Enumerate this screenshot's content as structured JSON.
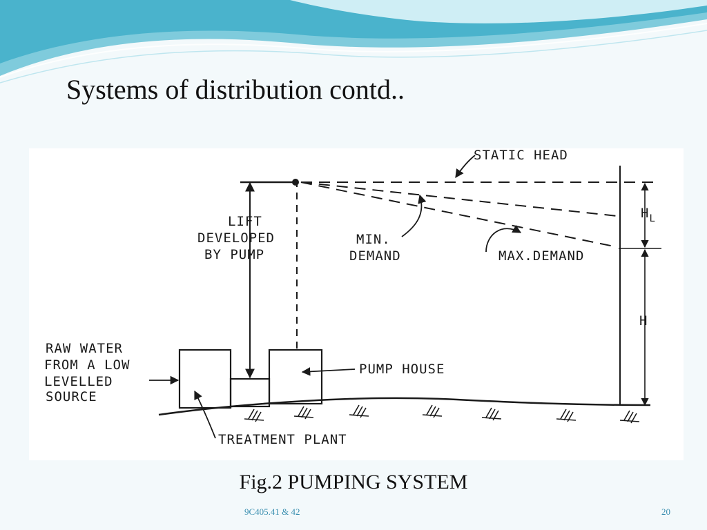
{
  "slide": {
    "title": "Systems of distribution contd..",
    "caption": "Fig.2 PUMPING SYSTEM",
    "footer_code": "9C405.41 & 42",
    "page_number": "20"
  },
  "diagram": {
    "labels": {
      "static_head": "STATIC HEAD",
      "lift_line1": "LIFT",
      "lift_line2": "DEVELOPED",
      "lift_line3": "BY PUMP",
      "min_line1": "MIN.",
      "min_line2": "DEMAND",
      "max_demand": "MAX.DEMAND",
      "hl": "H",
      "hl_sub": "L",
      "h": "H",
      "raw_line1": "RAW WATER",
      "raw_line2": "FROM A LOW",
      "raw_line3": "LEVELLED",
      "raw_line4": "SOURCE",
      "pump_house": "PUMP HOUSE",
      "treatment_plant": "TREATMENT PLANT"
    }
  },
  "theme": {
    "banner_dark": "#4ab3cc",
    "banner_light": "#a9dde8",
    "background": "#f3f9fb",
    "footer_color": "#3a8fb0"
  }
}
